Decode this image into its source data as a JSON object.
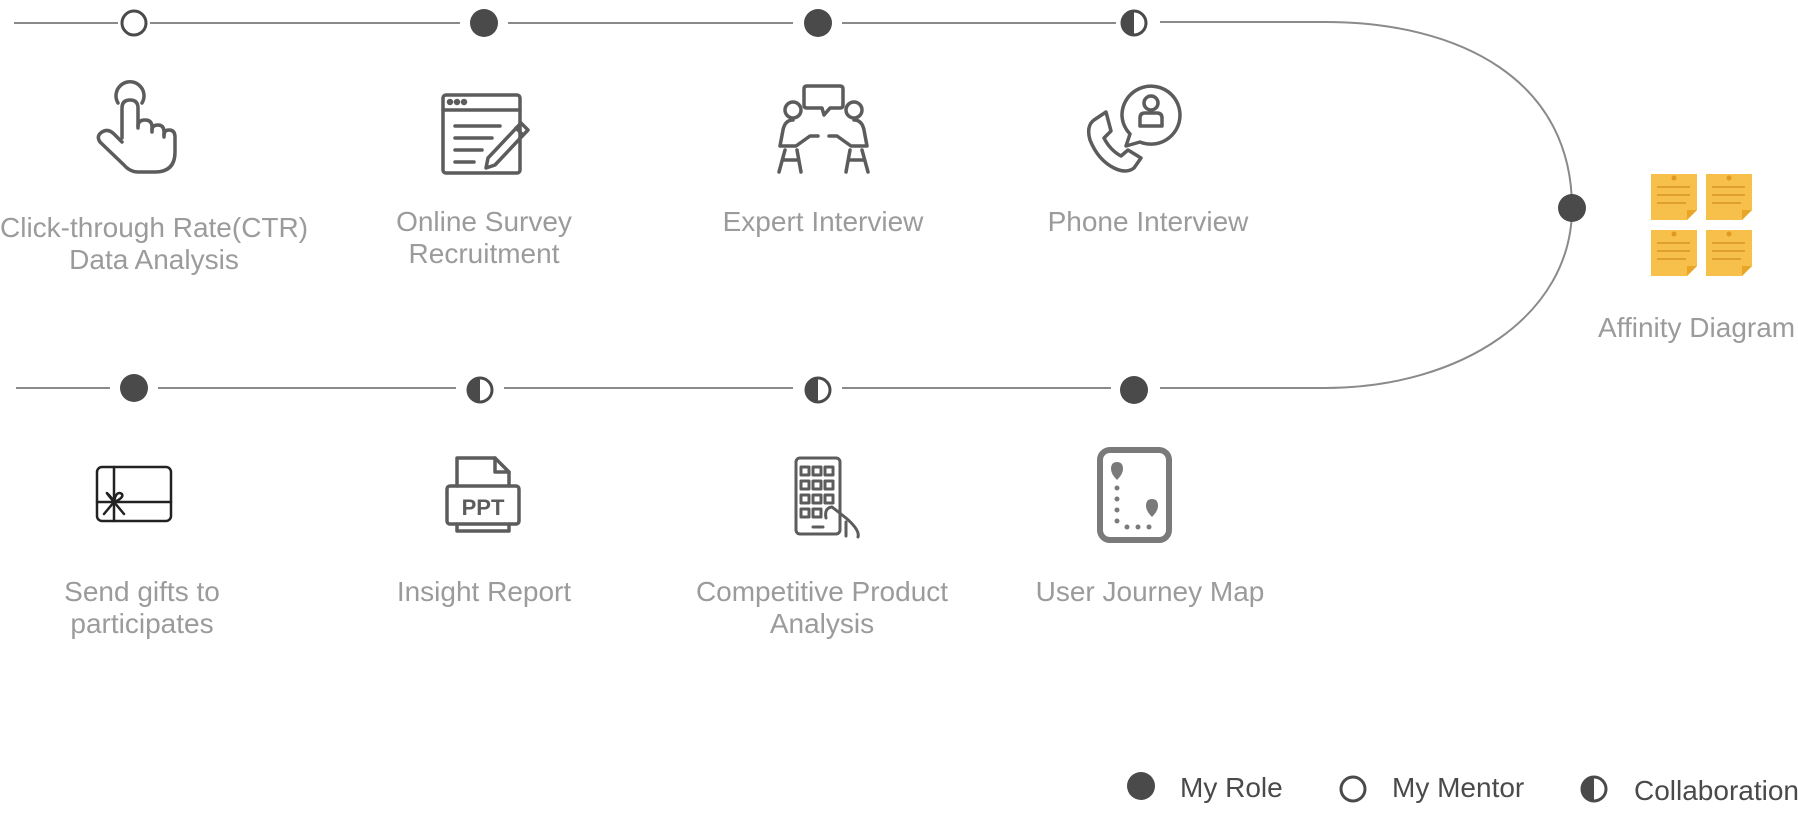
{
  "colors": {
    "line": "#8a8a8a",
    "node_dark": "#4a4a4a",
    "icon": "#5c5c5c",
    "label": "#9b9b9b",
    "sticky_note": "#f7c04a",
    "sticky_note_dark": "#e9a526"
  },
  "steps": [
    {
      "id": "ctr",
      "row": "top",
      "node": "mentor",
      "icon": "tap-hand-icon",
      "label": [
        "Click-through Rate(CTR)",
        "Data Analysis"
      ]
    },
    {
      "id": "survey",
      "row": "top",
      "node": "role",
      "icon": "survey-form-icon",
      "label": [
        "Online Survey",
        "Recruitment"
      ]
    },
    {
      "id": "expert",
      "row": "top",
      "node": "role",
      "icon": "interview-people-icon",
      "label": [
        "Expert Interview"
      ]
    },
    {
      "id": "phone",
      "row": "top",
      "node": "collaboration",
      "icon": "phone-interview-icon",
      "label": [
        "Phone Interview"
      ]
    },
    {
      "id": "affinity",
      "row": "curve",
      "node": "role",
      "icon": "sticky-notes-icon",
      "label": [
        "Affinity Diagram"
      ]
    },
    {
      "id": "journey",
      "row": "bottom",
      "node": "role",
      "icon": "journey-map-icon",
      "label": [
        "User Journey Map"
      ]
    },
    {
      "id": "competitive",
      "row": "bottom",
      "node": "collaboration",
      "icon": "tablet-grid-icon",
      "label": [
        "Competitive Product",
        "Analysis"
      ]
    },
    {
      "id": "report",
      "row": "bottom",
      "node": "collaboration",
      "icon": "ppt-file-icon",
      "label": [
        "Insight Report"
      ]
    },
    {
      "id": "gifts",
      "row": "bottom",
      "node": "role",
      "icon": "gift-card-icon",
      "label": [
        "Send gifts to",
        "participates"
      ]
    }
  ],
  "legend": [
    {
      "node": "role",
      "label": "My Role"
    },
    {
      "node": "mentor",
      "label": "My Mentor"
    },
    {
      "node": "collaboration",
      "label": "Collaboration"
    }
  ]
}
